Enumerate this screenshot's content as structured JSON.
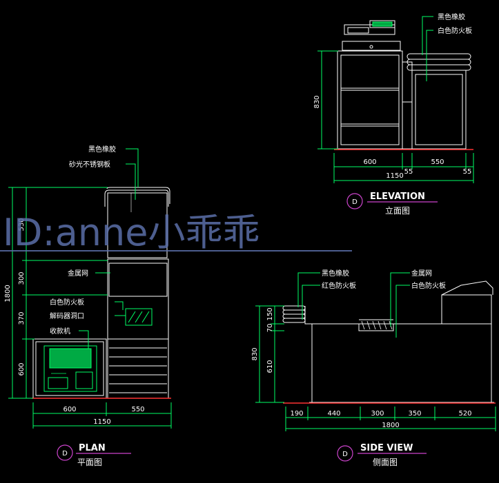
{
  "colors": {
    "background": "#000000",
    "outline": "#ffffff",
    "dimension": "#00ff66",
    "leader": "#00ff66",
    "floor": "#ff3333",
    "hatch": "#00cc44",
    "watermark": "#5a6fa8"
  },
  "watermark": "ID:anne小乖乖",
  "elevation": {
    "title": "ELEVATION",
    "subtitle": "立面图",
    "marker": "D",
    "labels": [
      "黑色橡胶",
      "白色防火板"
    ],
    "dims_bottom": [
      "600",
      "55",
      "550",
      "55"
    ],
    "total": "1150",
    "height": "830"
  },
  "plan": {
    "title": "PLAN",
    "subtitle": "平面图",
    "marker": "D",
    "labels": [
      "黑色橡胶",
      "砂光不锈钢板",
      "金属网",
      "白色防火板",
      "解码器洞口",
      "收款机"
    ],
    "dims_left": [
      "530",
      "300",
      "370",
      "600"
    ],
    "total_height": "1800",
    "dims_bottom": [
      "600",
      "550"
    ],
    "total": "1150"
  },
  "side": {
    "title": "SIDE VIEW",
    "subtitle": "侧面图",
    "marker": "D",
    "labels": [
      "黑色橡胶",
      "红色防火板",
      "金属网",
      "白色防火板"
    ],
    "dims_left": [
      "150",
      "70",
      "610"
    ],
    "height": "830",
    "dims_bottom": [
      "190",
      "440",
      "300",
      "350",
      "520"
    ],
    "total": "1800"
  }
}
